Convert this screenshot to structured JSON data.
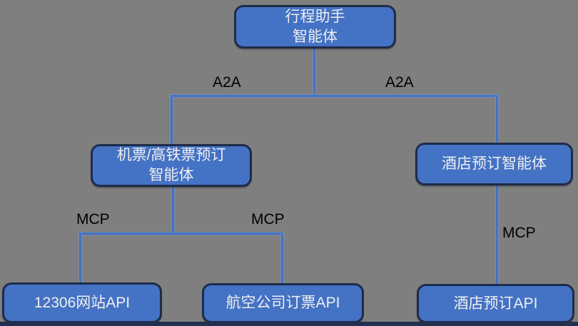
{
  "diagram": {
    "title": "travel-assistant-agent-architecture",
    "colors": {
      "background": "#7F7F7F",
      "node_fill": "#4472C4",
      "node_border": "#1E2C49",
      "node_text": "#EFEFEF",
      "connector": "#4472C4",
      "edge_label_text": "#000000",
      "bottom_bar": "#1F3050"
    },
    "nodes": {
      "root": {
        "line1": "行程助手",
        "line2": "智能体"
      },
      "ticket_agent": {
        "line1": "机票/高铁票预订",
        "line2": "智能体"
      },
      "hotel_agent": {
        "line1": "酒店预订智能体",
        "line2": ""
      },
      "api_12306": {
        "line1": "12306网站API",
        "line2": ""
      },
      "api_airline": {
        "line1": "航空公司订票API",
        "line2": ""
      },
      "api_hotel": {
        "line1": "酒店预订API",
        "line2": ""
      }
    },
    "edge_labels": {
      "a2a_left": "A2A",
      "a2a_right": "A2A",
      "mcp_left": "MCP",
      "mcp_mid": "MCP",
      "mcp_right": "MCP"
    },
    "edges": [
      {
        "from": "root",
        "to": "ticket_agent",
        "protocol": "A2A"
      },
      {
        "from": "root",
        "to": "hotel_agent",
        "protocol": "A2A"
      },
      {
        "from": "ticket_agent",
        "to": "api_12306",
        "protocol": "MCP"
      },
      {
        "from": "ticket_agent",
        "to": "api_airline",
        "protocol": "MCP"
      },
      {
        "from": "hotel_agent",
        "to": "api_hotel",
        "protocol": "MCP"
      }
    ]
  }
}
